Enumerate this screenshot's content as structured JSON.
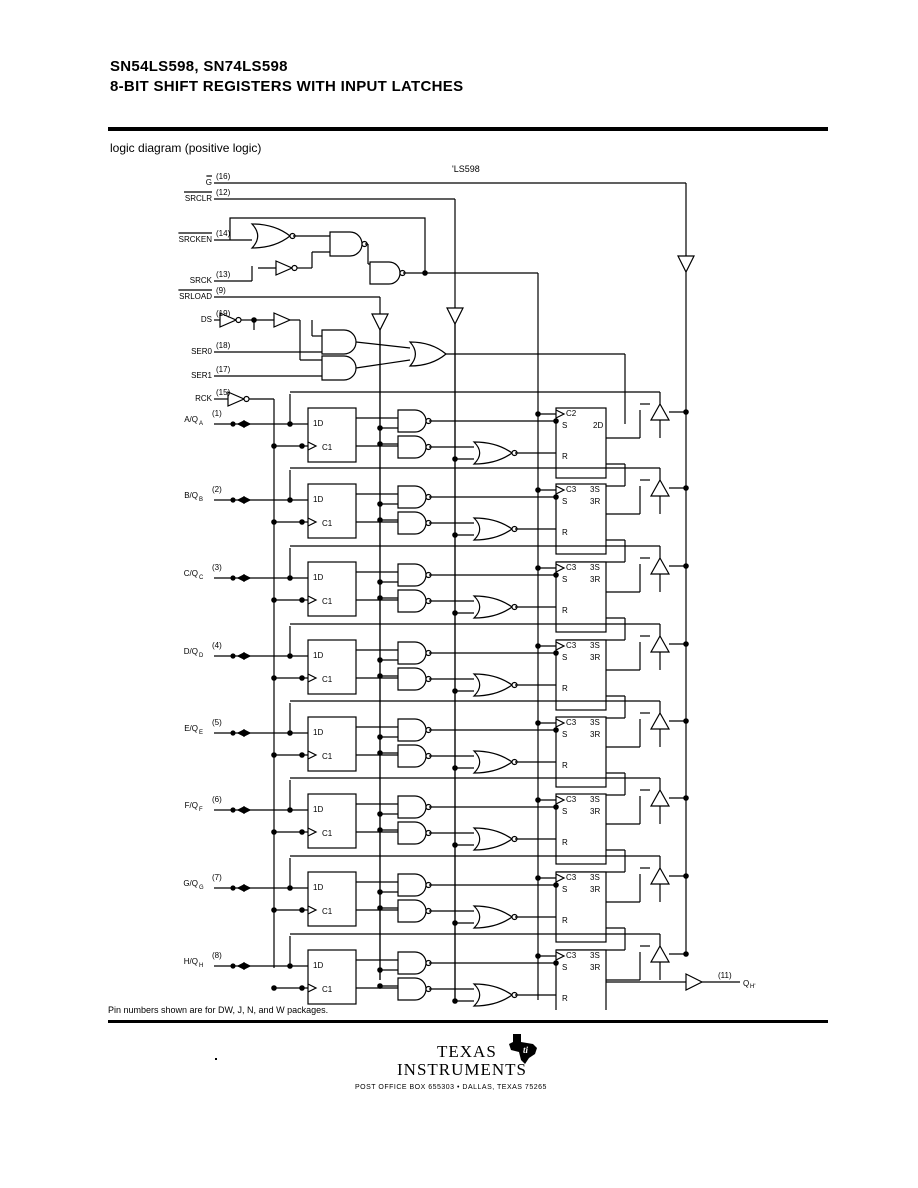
{
  "header": {
    "title_line1": "SN54LS598, SN74LS598",
    "title_line2": "8-BIT SHIFT REGISTERS WITH INPUT LATCHES"
  },
  "section": {
    "subtitle": "logic diagram (positive logic)",
    "part_label": "'LS598"
  },
  "inputs": [
    {
      "name": "G",
      "pin": "(16)"
    },
    {
      "name": "SRCLR",
      "pin": "(12)"
    },
    {
      "name": "SRCKEN",
      "pin": "(14)"
    },
    {
      "name": "SRCK",
      "pin": "(13)"
    },
    {
      "name": "SRLOAD",
      "pin": "(9)"
    },
    {
      "name": "DS",
      "pin": "(19)"
    },
    {
      "name": "SER0",
      "pin": "(18)"
    },
    {
      "name": "SER1",
      "pin": "(17)"
    },
    {
      "name": "RCK",
      "pin": "(15)"
    }
  ],
  "io_pins": [
    {
      "name": "A/Q",
      "sub": "A",
      "pin": "(1)"
    },
    {
      "name": "B/Q",
      "sub": "B",
      "pin": "(2)"
    },
    {
      "name": "C/Q",
      "sub": "C",
      "pin": "(3)"
    },
    {
      "name": "D/Q",
      "sub": "D",
      "pin": "(4)"
    },
    {
      "name": "E/Q",
      "sub": "E",
      "pin": "(5)"
    },
    {
      "name": "F/Q",
      "sub": "F",
      "pin": "(6)"
    },
    {
      "name": "G/Q",
      "sub": "G",
      "pin": "(7)"
    },
    {
      "name": "H/Q",
      "sub": "H",
      "pin": "(8)"
    }
  ],
  "latch_labels": {
    "d": "1D",
    "c": "C1"
  },
  "first_register_labels": {
    "clock": "C2",
    "set": "S",
    "data": "2D",
    "reset": "R"
  },
  "register_labels": {
    "clock": "C3",
    "out": "3S",
    "set": "S",
    "reset": "R",
    "out2": "3R"
  },
  "output": {
    "name": "Q",
    "sub": "H'",
    "pin": "(11)"
  },
  "footnote": "Pin numbers shown are for DW, J, N, and W packages.",
  "footer": {
    "brand_line1": "TEXAS",
    "brand_line2": "INSTRUMENTS",
    "address": "POST OFFICE BOX 655303 • DALLAS, TEXAS 75265"
  }
}
